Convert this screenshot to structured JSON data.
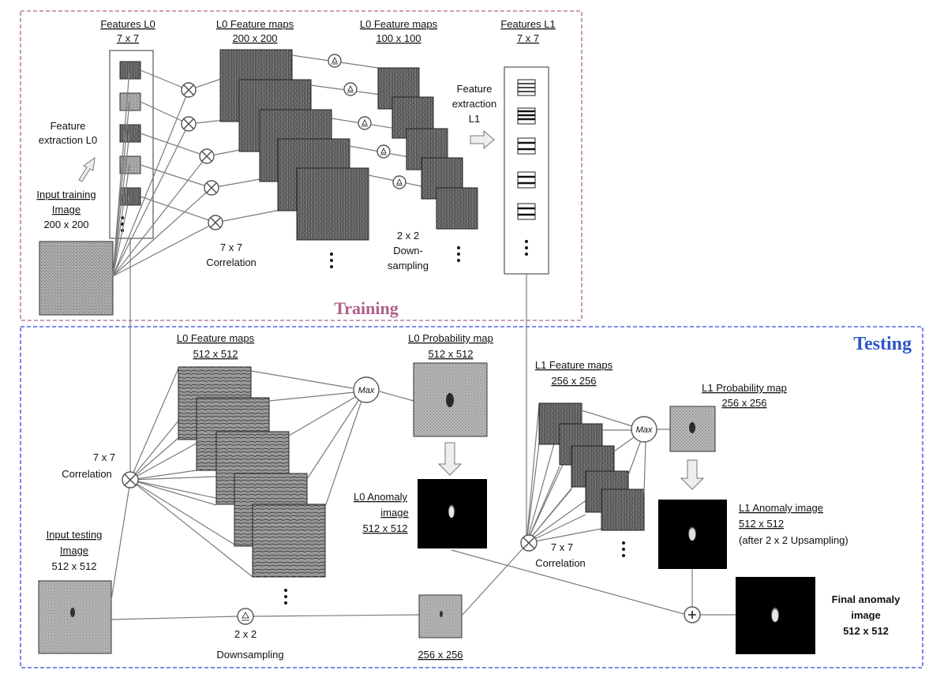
{
  "training": {
    "title": "Training",
    "features_l0": {
      "line1": "Features L0",
      "line2": "7 x 7"
    },
    "l0_maps_200": {
      "line1": "L0 Feature maps",
      "line2": "200 x 200"
    },
    "l0_maps_100": {
      "line1": "L0 Feature maps",
      "line2": "100 x 100"
    },
    "features_l1": {
      "line1": "Features L1",
      "line2": "7 x 7"
    },
    "feat_extract_l0": {
      "line1": "Feature",
      "line2": "extraction L0"
    },
    "feat_extract_l1": {
      "line1": "Feature",
      "line2": "extraction",
      "line3": "L1"
    },
    "input_training": {
      "line1": "Input training",
      "line2": "Image",
      "line3": "200 x 200"
    },
    "correlation": {
      "line1": "7 x 7",
      "line2": "Correlation"
    },
    "downsampling": {
      "line1": "2 x 2",
      "line2": "Down-",
      "line3": "sampling"
    }
  },
  "testing": {
    "title": "Testing",
    "l0_maps_512": {
      "line1": "L0 Feature maps",
      "line2": "512 x 512"
    },
    "l0_prob_map": {
      "line1": "L0 Probability map",
      "line2": "512 x 512"
    },
    "l1_maps_256": {
      "line1": "L1 Feature maps",
      "line2": "256 x 256"
    },
    "l1_prob_map": {
      "line1": "L1 Probability  map",
      "line2": "256 x 256"
    },
    "correlation_left": {
      "line1": "7 x 7",
      "line2": "Correlation"
    },
    "correlation_right": {
      "line1": "7 x 7",
      "line2": "Correlation"
    },
    "l0_anomaly": {
      "line1": "L0 Anomaly",
      "line2": "image",
      "line3": "512 x 512"
    },
    "l1_anomaly": {
      "line1": "L1 Anomaly image",
      "line2": "512 x 512",
      "line3": "(after 2 x 2 Upsampling)"
    },
    "input_testing": {
      "line1": "Input testing",
      "line2": "Image",
      "line3": "512 x 512"
    },
    "downsampling": {
      "line1": "2 x 2",
      "line2": "Downsampling"
    },
    "size_256": "256 x 256",
    "final_anomaly": {
      "line1": "Final anomaly",
      "line2": "image",
      "line3": "512 x 512"
    },
    "max_label": "Max"
  },
  "colors": {
    "training_border": "#b0608a",
    "testing_border": "#3344dd",
    "testing_title": "#2f55c8",
    "training_title": "#b0608a"
  }
}
